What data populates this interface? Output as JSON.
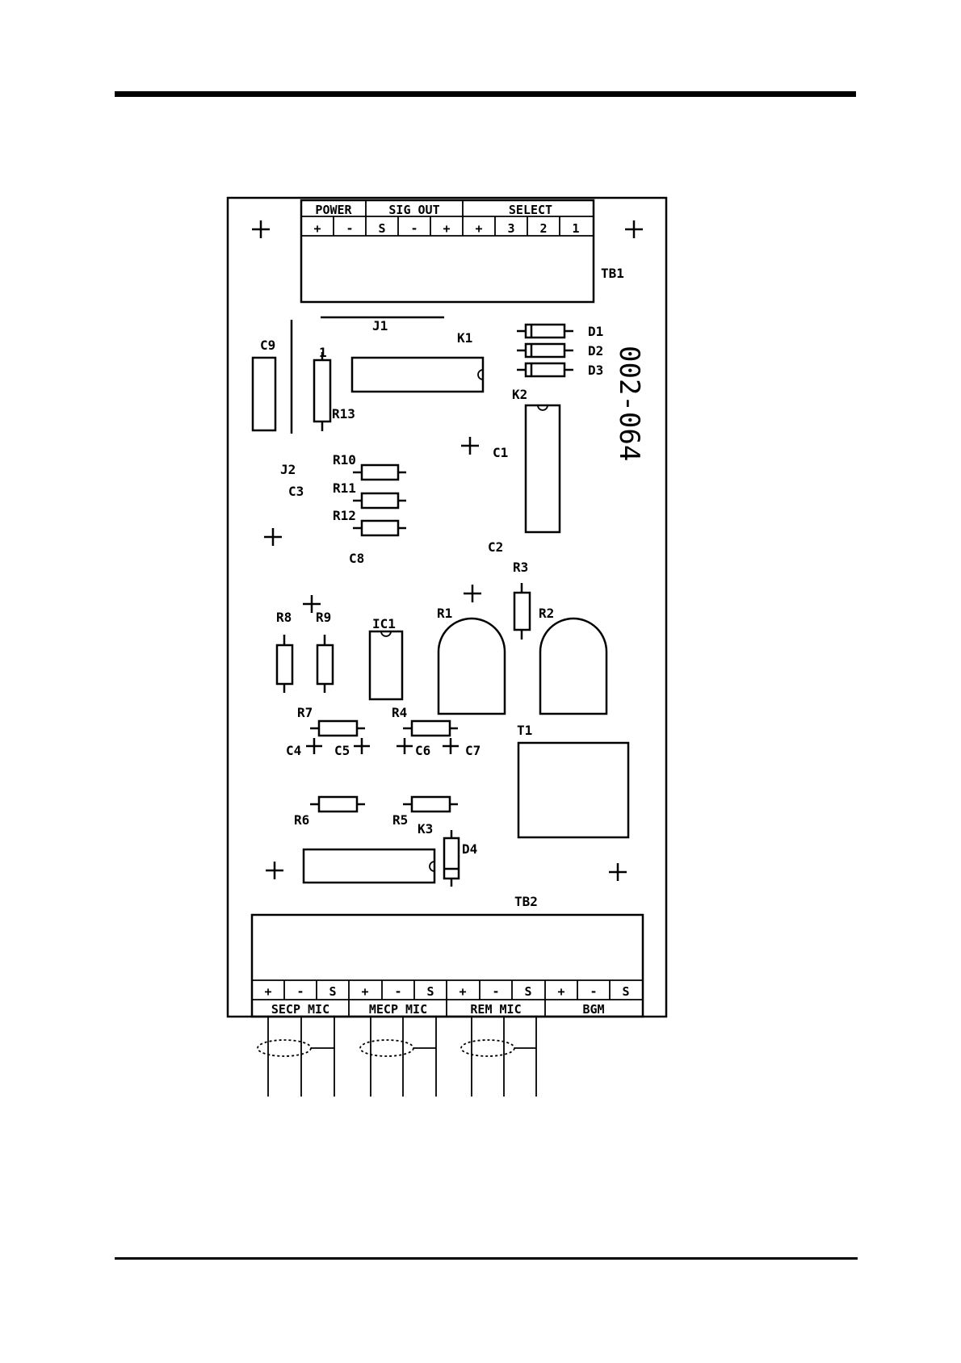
{
  "tb1": {
    "name": "TB1",
    "groups": [
      "POWER",
      "SIG OUT",
      "SELECT"
    ],
    "terminals": [
      "+",
      "-",
      "S",
      "-",
      "+",
      "+",
      "3",
      "2",
      "1"
    ]
  },
  "tb2": {
    "name": "TB2",
    "groups": [
      "SECP MIC",
      "MECP MIC",
      "REM MIC",
      "BGM"
    ],
    "terminals": [
      "+",
      "-",
      "S",
      "+",
      "-",
      "S",
      "+",
      "-",
      "S",
      "+",
      "-",
      "S"
    ]
  },
  "board_number": "002-064",
  "components": {
    "j1": "J1",
    "j2": "J2",
    "k1": "K1",
    "k2": "K2",
    "k3": "K3",
    "c1": "C1",
    "c2": "C2",
    "c3": "C3",
    "c4": "C4",
    "c5": "C5",
    "c6": "C6",
    "c7": "C7",
    "c8": "C8",
    "c9": "C9",
    "d1": "D1",
    "d2": "D2",
    "d3": "D3",
    "d4": "D4",
    "r1": "R1",
    "r2": "R2",
    "r3": "R3",
    "r4": "R4",
    "r5": "R5",
    "r6": "R6",
    "r7": "R7",
    "r8": "R8",
    "r9": "R9",
    "r10": "R10",
    "r11": "R11",
    "r12": "R12",
    "r13": "R13",
    "ic1": "IC1",
    "t1": "T1",
    "pin1": "1"
  }
}
